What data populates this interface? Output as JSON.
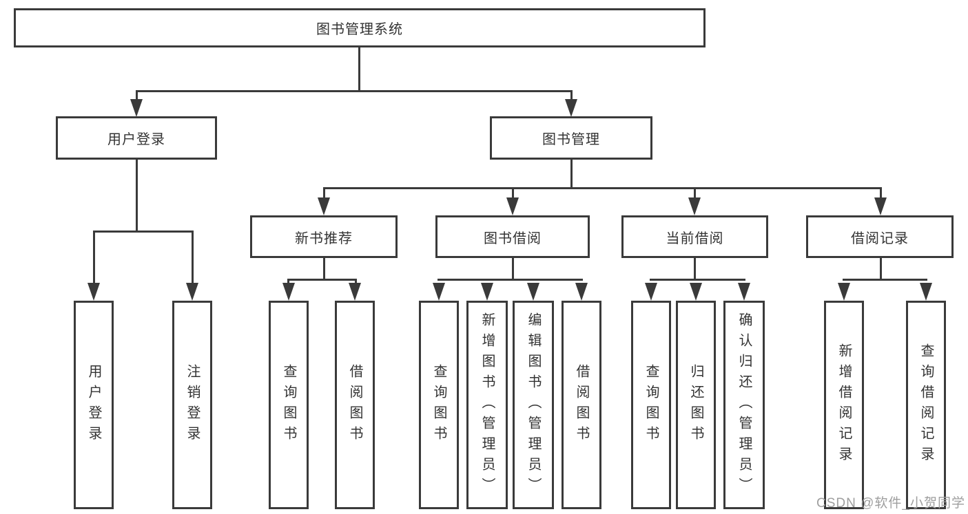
{
  "tree": {
    "label": "图书管理系统",
    "children": [
      {
        "label": "用户登录",
        "children": [
          {
            "label": "用户登录"
          },
          {
            "label": "注销登录"
          }
        ]
      },
      {
        "label": "图书管理",
        "children": [
          {
            "label": "新书推荐",
            "children": [
              {
                "label": "查询图书"
              },
              {
                "label": "借阅图书"
              }
            ]
          },
          {
            "label": "图书借阅",
            "children": [
              {
                "label": "查询图书"
              },
              {
                "label": "新增图书（管理员）"
              },
              {
                "label": "编辑图书（管理员）"
              },
              {
                "label": "借阅图书"
              }
            ]
          },
          {
            "label": "当前借阅",
            "children": [
              {
                "label": "查询图书"
              },
              {
                "label": "归还图书"
              },
              {
                "label": "确认归还（管理员）"
              }
            ]
          },
          {
            "label": "借阅记录",
            "children": [
              {
                "label": "新增借阅记录"
              },
              {
                "label": "查询借阅记录"
              }
            ]
          }
        ]
      }
    ]
  },
  "watermark": {
    "text": "CSDN @软件_小贺同学"
  },
  "colors": {
    "background": "#ffffff",
    "box_border": "#3a3a3a",
    "connector": "#3a3a3a",
    "text": "#333333",
    "watermark_text": "#9e9e9e"
  }
}
